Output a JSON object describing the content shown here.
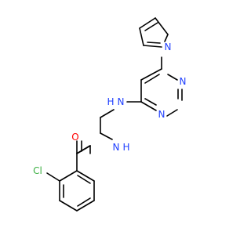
{
  "atoms": {
    "pyrrole_n": {
      "label": "N",
      "color": "#1f3fff"
    },
    "pyrimidine_n1": {
      "label": "N",
      "color": "#1f3fff"
    },
    "pyrimidine_n3": {
      "label": "N",
      "color": "#1f3fff"
    },
    "amine_nh": {
      "label": "N",
      "color": "#1f3fff"
    },
    "amine_h": {
      "label": "H",
      "color": "#1f3fff"
    },
    "amide_nh": {
      "label": "N",
      "color": "#1f3fff"
    },
    "amide_h": {
      "label": "H",
      "color": "#1f3fff"
    },
    "carbonyl_o": {
      "label": "O",
      "color": "#ff0000"
    },
    "chlorine": {
      "label": "Cl",
      "color": "#3cb043"
    }
  }
}
